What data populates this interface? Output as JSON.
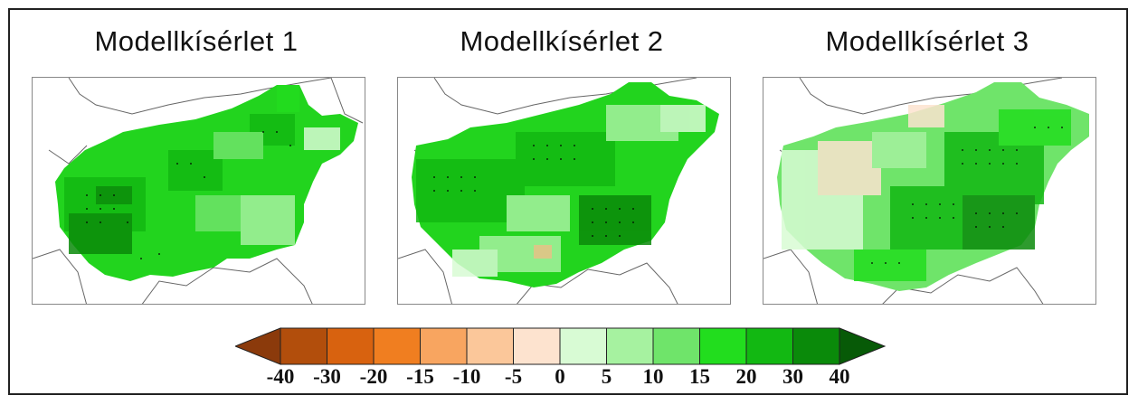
{
  "panels": [
    {
      "title": "Modellkísérlet 1"
    },
    {
      "title": "Modellkísérlet 2"
    },
    {
      "title": "Modellkísérlet 3"
    }
  ],
  "legend": {
    "ticks": [
      "-40",
      "-30",
      "-20",
      "-15",
      "-10",
      "-5",
      "0",
      "5",
      "10",
      "15",
      "20",
      "30",
      "40"
    ],
    "colors": [
      "#8b3a0b",
      "#b24e0c",
      "#d8620f",
      "#f07e20",
      "#f8a560",
      "#fbc79a",
      "#fde3cf",
      "#d8fbd4",
      "#a6f2a0",
      "#6fe46a",
      "#22dd1e",
      "#12b812",
      "#0a8a0a",
      "#075a07"
    ]
  }
}
